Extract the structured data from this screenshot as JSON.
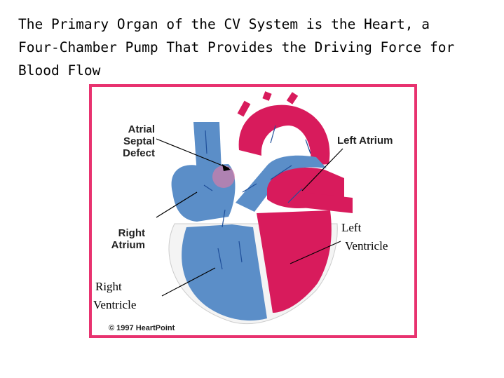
{
  "title": {
    "lines": [
      "The Primary Organ of the CV System is the Heart, a",
      "Four-Chamber Pump That Provides the Driving Force for",
      "Blood Flow"
    ]
  },
  "diagram": {
    "labels": {
      "atrial_septal_defect": [
        "Atrial",
        "Septal",
        "Defect"
      ],
      "left_atrium": "Left Atrium",
      "right_atrium": [
        "Right",
        "Atrium"
      ],
      "left_ventricle": [
        "Left",
        "Ventricle"
      ],
      "right_ventricle": [
        "Right",
        "Ventricle"
      ]
    },
    "copyright": "© 1997 HeartPoint",
    "colors": {
      "frame_border": "#e8326f",
      "oxygenated_blood": "#d81b5c",
      "deoxygenated_blood": "#5b8ec8",
      "arrow": "#1f4f9a"
    }
  }
}
